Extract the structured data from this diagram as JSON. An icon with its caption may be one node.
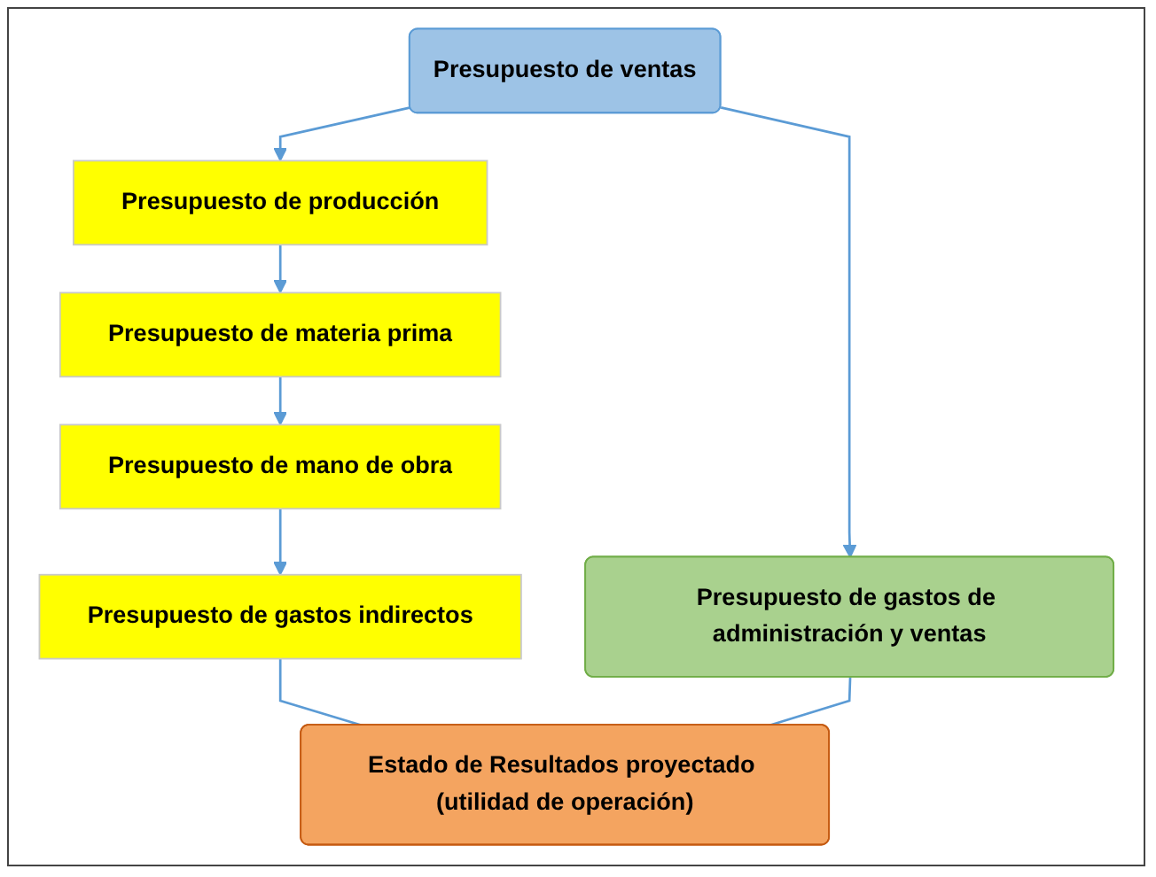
{
  "diagram": {
    "nodes": [
      {
        "text": [
          "Presupuesto de ventas"
        ]
      },
      {
        "text": [
          "Presupuesto de producción"
        ]
      },
      {
        "text": [
          "Presupuesto de materia prima"
        ]
      },
      {
        "text": [
          "Presupuesto de mano de obra"
        ]
      },
      {
        "text": [
          "Presupuesto de gastos indirectos"
        ]
      },
      {
        "text": [
          "Presupuesto de gastos de administración y ventas"
        ]
      },
      {
        "text": [
          "Estado de Resultados proyectado (utilidad de operación)"
        ]
      }
    ],
    "edges": [
      {
        "from": 0,
        "to": 1,
        "arrow": "to"
      },
      {
        "from": 1,
        "to": 2,
        "arrow": "to"
      },
      {
        "from": 2,
        "to": 3,
        "arrow": "to"
      },
      {
        "from": 3,
        "to": 4,
        "arrow": "to"
      },
      {
        "from": 0,
        "to": 5,
        "arrow": "to"
      },
      {
        "from": 4,
        "to": 6,
        "arrow": "none"
      },
      {
        "from": 5,
        "to": 6,
        "arrow": "none"
      }
    ]
  }
}
